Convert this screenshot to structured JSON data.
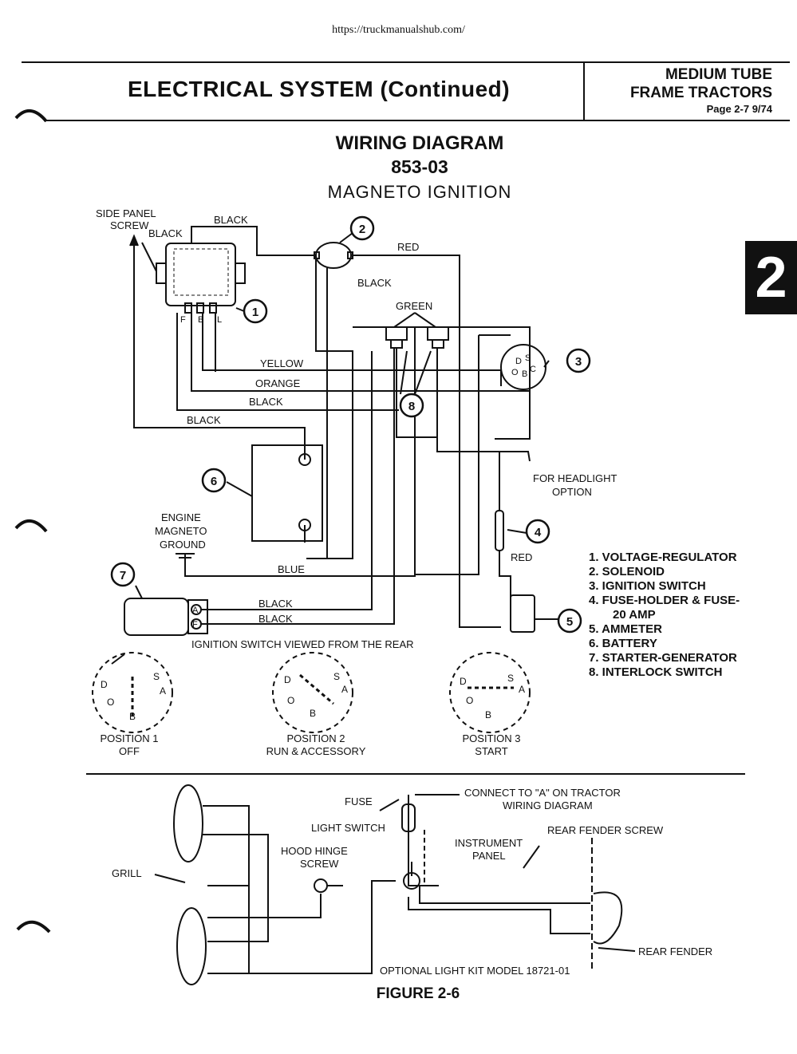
{
  "url": "https://truckmanualshub.com/",
  "header": {
    "section_title": "ELECTRICAL SYSTEM (Continued)",
    "right_line1": "MEDIUM TUBE",
    "right_line2": "FRAME TRACTORS",
    "right_line3": "Page 2-7   9/74"
  },
  "diagram_title": {
    "line1": "WIRING DIAGRAM",
    "line2": "853-03",
    "line3": "MAGNETO IGNITION"
  },
  "section_tab": "2",
  "wire_labels": {
    "side_panel_screw": [
      "SIDE PANEL",
      "SCREW"
    ],
    "black": "BLACK",
    "red": "RED",
    "green": "GREEN",
    "yellow": "YELLOW",
    "orange": "ORANGE",
    "blue": "BLUE",
    "for_headlight_option": [
      "FOR HEADLIGHT",
      "OPTION"
    ],
    "engine_magneto_ground": [
      "ENGINE",
      "MAGNETO",
      "GROUND"
    ],
    "ignition_switch_rear": "IGNITION SWITCH VIEWED FROM THE REAR"
  },
  "regulator_terminals": [
    "F",
    "B",
    "L"
  ],
  "callouts": [
    "1",
    "2",
    "3",
    "4",
    "5",
    "6",
    "7",
    "8"
  ],
  "starter_terminals": [
    "A",
    "F"
  ],
  "switch_letters": {
    "d": "D",
    "s": "S",
    "a": "A",
    "o": "O",
    "b": "B",
    "c": "C"
  },
  "positions": [
    {
      "line1": "POSITION 1",
      "line2": "OFF"
    },
    {
      "line1": "POSITION 2",
      "line2": "RUN & ACCESSORY"
    },
    {
      "line1": "POSITION 3",
      "line2": "START"
    }
  ],
  "legend": [
    "1.  VOLTAGE-REGULATOR",
    "2.  SOLENOID",
    "3.  IGNITION SWITCH",
    "4.  FUSE-HOLDER & FUSE-",
    "20 AMP",
    "5.  AMMETER",
    "6.  BATTERY",
    "7.  STARTER-GENERATOR",
    "8.  INTERLOCK SWITCH"
  ],
  "light_kit": {
    "fuse": "FUSE",
    "connect": [
      "CONNECT TO \"A\" ON TRACTOR",
      "WIRING DIAGRAM"
    ],
    "light_switch": "LIGHT SWITCH",
    "instrument_panel": [
      "INSTRUMENT",
      "PANEL"
    ],
    "rear_fender_screw": "REAR FENDER SCREW",
    "hood_hinge_screw": [
      "HOOD HINGE",
      "SCREW"
    ],
    "grill": "GRILL",
    "rear_fender": "REAR FENDER",
    "optional_kit": "OPTIONAL LIGHT KIT MODEL 18721-01"
  },
  "figure_caption": "FIGURE 2-6"
}
